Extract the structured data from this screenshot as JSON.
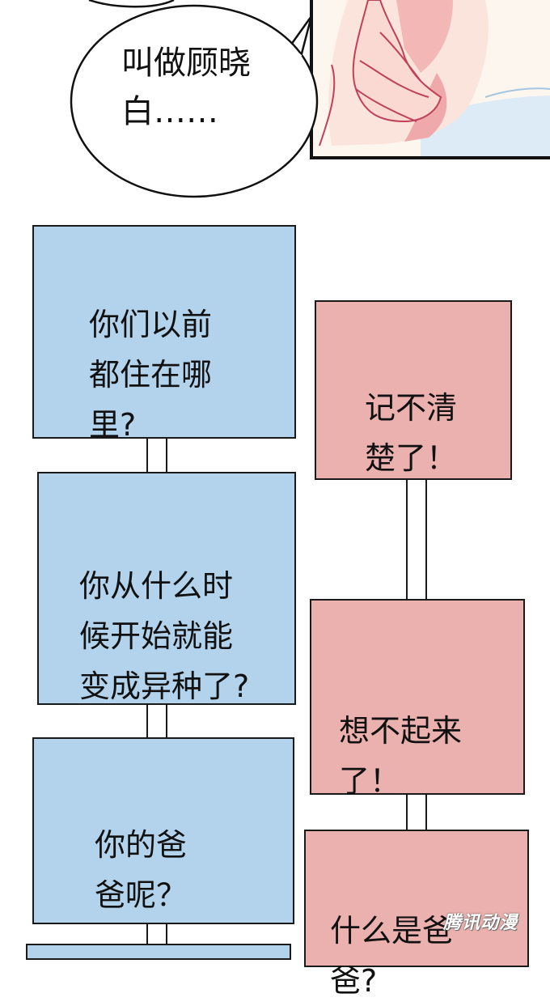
{
  "speech_bubble": {
    "text": "叫做顾晓\n白……"
  },
  "left_column": [
    {
      "text": "你们以前\n都住在哪\n里?"
    },
    {
      "text": "你从什么时\n候开始就能\n变成异种了?"
    },
    {
      "text": "你的爸\n爸呢？"
    }
  ],
  "right_column": [
    {
      "text": "记不清\n楚了！"
    },
    {
      "text": "想不起来\n了！"
    },
    {
      "text": "什么是爸\n爸?"
    }
  ],
  "watermark": {
    "text": "腾讯动漫"
  },
  "colors": {
    "question_box": "#b3d3ec",
    "answer_box": "#eab1ae",
    "skin": "#fbe4dc",
    "shirt": "#dcebf6"
  }
}
